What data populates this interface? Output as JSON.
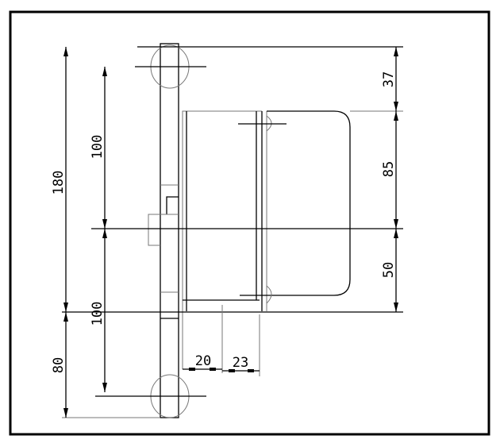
{
  "dimensions": {
    "overall_height": "180",
    "upper_half": "100",
    "lower_half": "100",
    "bottom_offset": "80",
    "top_offset": "37",
    "upper_body": "85",
    "lower_body": "50",
    "depth_1": "20",
    "depth_2": "23"
  }
}
